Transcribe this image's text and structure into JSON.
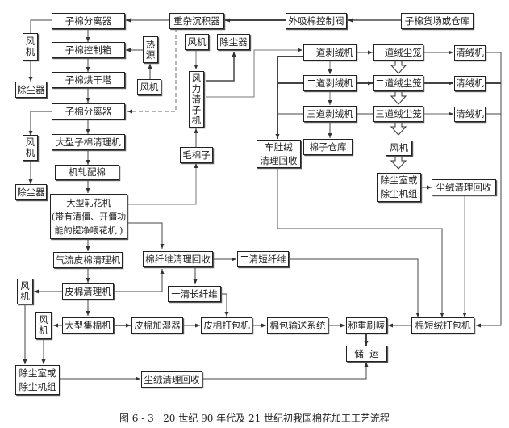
{
  "caption": "图 6 - 3   20 世纪 90 年代及 21 世纪初我国棉花加工工艺流程",
  "nodes": {
    "seed_separator_1": "子棉分离器",
    "heavy_debris": "重杂沉积器",
    "suction_valve": "外吸棉控制阀",
    "seed_yard": "子棉货场或仓库",
    "fan_1": "风机",
    "dust_1": "除尘器",
    "seed_control_box": "子棉控制箱",
    "heat_source": "热源",
    "fan_heat": "风机",
    "drying_tower": "子棉烘干塔",
    "seed_separator_2": "子棉分离器",
    "fan_2": "风机",
    "dust_2": "除尘器",
    "large_seed_cleaner": "大型子棉清理机",
    "gin_blending": "机轧配棉",
    "large_gin": "大型轧花机",
    "large_gin_note1": "(带有清僵、开僵功",
    "large_gin_note2": "能的提净喂花机 )",
    "airflow_lint_cleaner": "气流皮棉清理机",
    "lint_cleaner": "皮棉清理机",
    "fan_3": "风机",
    "large_condenser": "大型集棉机",
    "fan_4": "风机",
    "lint_humidifier": "皮棉加湿器",
    "lint_press": "皮棉打包机",
    "bale_conveyor": "棉包输送系统",
    "weigh_brush": "称重刷唛",
    "storage": "储  运",
    "dust_room_1": "除尘室或",
    "dust_room_1b": "除尘机组",
    "dust_recovery_1": "尘绒清理回收",
    "fan_pneumatic": "风机",
    "dust_pneumatic": "除尘器",
    "pneumatic_cleaner": "风力清子机",
    "hairy_seed": "毛棉子",
    "fiber_recovery": "棉纤维清理回收",
    "second_short_fiber": "二清短纤维",
    "first_long_fiber": "一清长纤维",
    "delinter_1": "一道剥绒机",
    "delinter_2": "二道剥绒机",
    "delinter_3": "三道剥绒机",
    "cage_1": "一道绒尘笼",
    "cage_2": "二道绒尘笼",
    "cage_3": "三道绒尘笼",
    "linter_cleaner_1": "清绒机",
    "linter_cleaner_2": "清绒机",
    "linter_cleaner_3": "清绒机",
    "belly_lint_1": "车肚绒",
    "belly_lint_2": "清理回收",
    "seed_storage": "棉子仓库",
    "fan_cage": "风机",
    "dust_room_2": "除尘室或",
    "dust_room_2b": "除尘机组",
    "dust_recovery_2": "尘绒清理回收",
    "linter_press": "棉短绒打包机"
  },
  "colors": {
    "line": "#333333",
    "box_border": "#222222",
    "dashed": "#999999"
  }
}
